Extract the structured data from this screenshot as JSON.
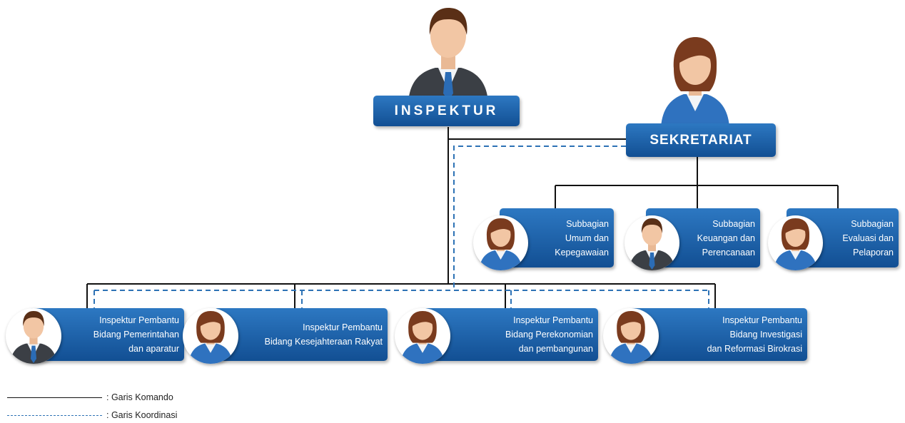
{
  "head": {
    "label": "INSPEKTUR"
  },
  "secretariat": {
    "label": "SEKRETARIAT"
  },
  "subdivisions": [
    {
      "lines": [
        "Subbagian",
        "Umum dan",
        "Kepegawaian"
      ],
      "avatar": "female-person-icon"
    },
    {
      "lines": [
        "Subbagian",
        "Keuangan dan",
        "Perencanaan"
      ],
      "avatar": "male-person-icon"
    },
    {
      "lines": [
        "Subbagian",
        "Evaluasi dan",
        "Pelaporan"
      ],
      "avatar": "female-person-icon"
    }
  ],
  "assistant_inspectors": [
    {
      "lines": [
        "Inspektur Pembantu",
        "Bidang Pemerintahan",
        "dan aparatur"
      ],
      "avatar": "male-person-icon"
    },
    {
      "lines": [
        "Inspektur Pembantu",
        "Bidang Kesejahteraan Rakyat"
      ],
      "avatar": "female-person-icon"
    },
    {
      "lines": [
        "Inspektur Pembantu",
        "Bidang Perekonomian",
        "dan pembangunan"
      ],
      "avatar": "female-person-icon"
    },
    {
      "lines": [
        "Inspektur Pembantu",
        "Bidang Investigasi",
        "dan Reformasi Birokrasi"
      ],
      "avatar": "female-person-icon"
    }
  ],
  "legend": {
    "command": ": Garis Komando",
    "coordination": ": Garis Koordinasi"
  },
  "colors": {
    "box": "#1d63ab",
    "command_line": "#111111",
    "coordination_line": "#2d72b5"
  }
}
